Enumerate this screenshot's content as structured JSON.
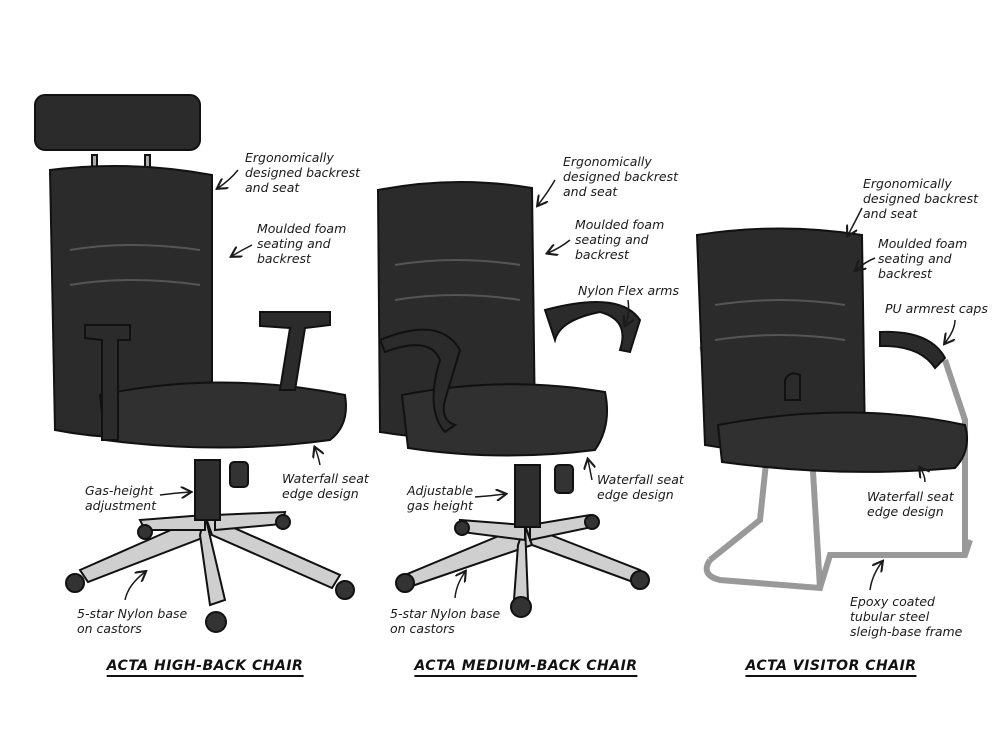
{
  "chairs": [
    {
      "title": "ACTA HIGH-BACK CHAIR",
      "labels": {
        "ergonomic": "Ergonomically\ndesigned backrest\nand seat",
        "foam": "Moulded foam\nseating and\nbackrest",
        "gas": "Gas-height\nadjustment",
        "waterfall": "Waterfall seat\nedge design",
        "base": "5-star Nylon base\non castors"
      }
    },
    {
      "title": "ACTA MEDIUM-BACK CHAIR",
      "labels": {
        "ergonomic": "Ergonomically\ndesigned backrest\nand seat",
        "foam": "Moulded foam\nseating and\nbackrest",
        "arms": "Nylon Flex arms",
        "gas": "Adjustable\ngas height",
        "waterfall": "Waterfall seat\nedge design",
        "base": "5-star Nylon base\non castors"
      }
    },
    {
      "title": "ACTA VISITOR CHAIR",
      "labels": {
        "ergonomic": "Ergonomically\ndesigned backrest\nand seat",
        "foam": "Moulded foam\nseating and\nbackrest",
        "arms": "PU armrest caps",
        "waterfall": "Waterfall seat\nedge design",
        "frame": "Epoxy coated\ntubular steel\nsleigh-base frame"
      }
    }
  ],
  "colors": {
    "upholstery": "#2b2b2b",
    "metal": "#c8c8c8",
    "ink": "#1a1a1a"
  }
}
